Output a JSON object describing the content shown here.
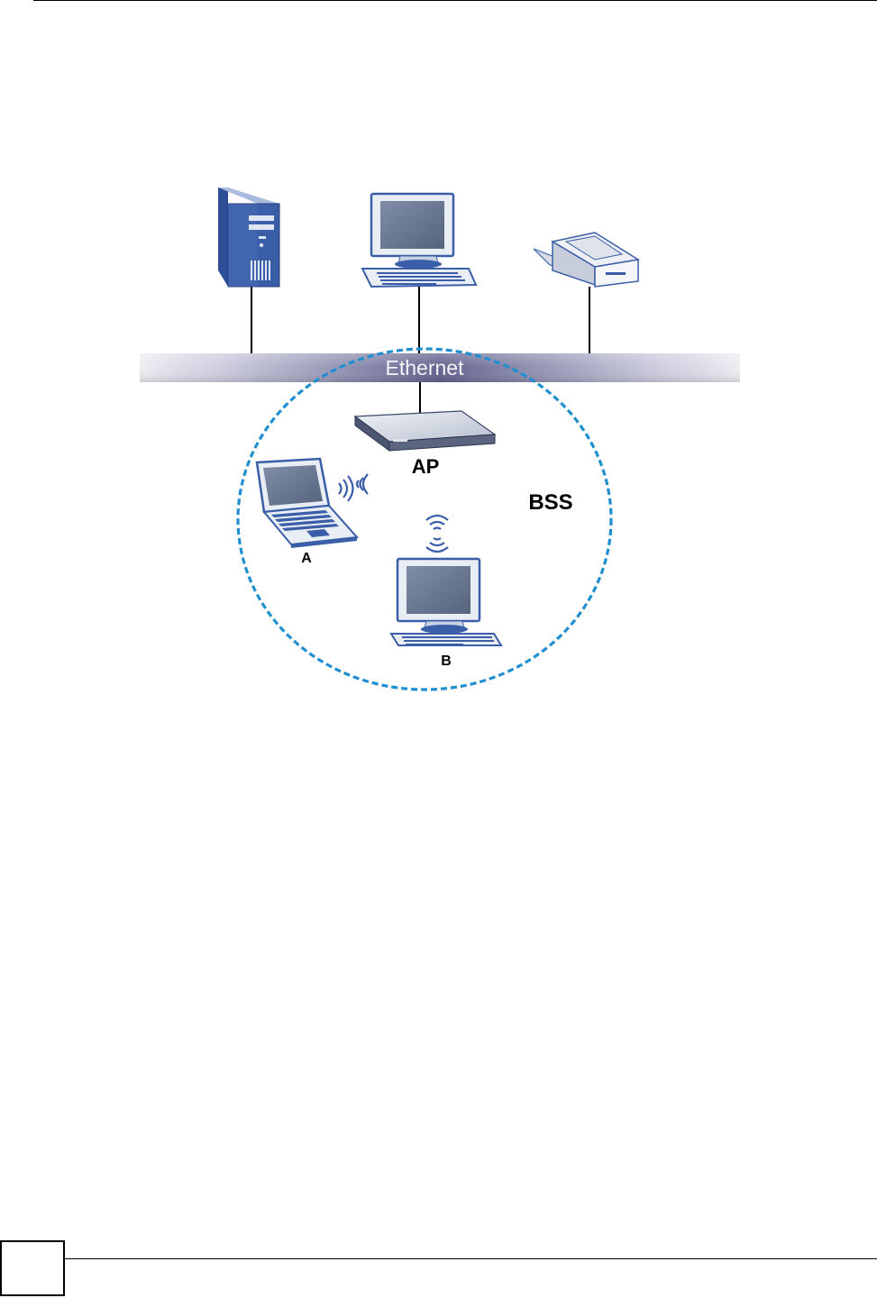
{
  "diagram": {
    "ethernet_label": "Ethernet",
    "ap_label": "AP",
    "bss_label": "BSS",
    "station_a_label": "A",
    "station_b_label": "B"
  },
  "colors": {
    "bss_circle": "#1f8fd1",
    "ethernet_band_mid": "#6a6a96",
    "ethernet_band_edge": "#e4e4ee",
    "device_blue": "#3b5ea8",
    "screen": "#5f6f88"
  },
  "icons": [
    "server-icon",
    "desktop-computer-icon",
    "printer-icon",
    "access-point-icon",
    "laptop-icon",
    "wireless-signal-icon"
  ]
}
